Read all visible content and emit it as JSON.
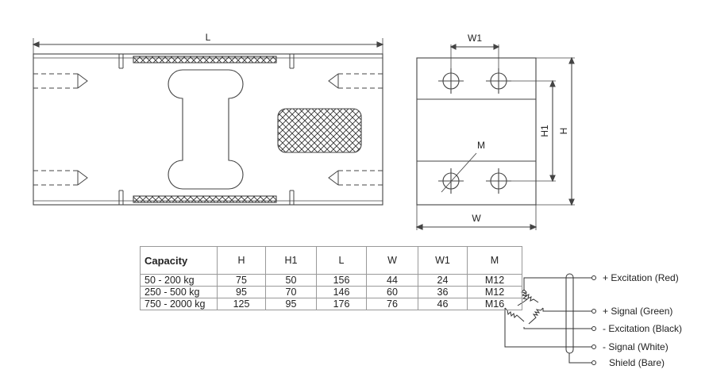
{
  "drawing": {
    "front_view": {
      "dim_label": "L"
    },
    "side_view": {
      "width_label": "W",
      "hole_spacing_label": "W1",
      "height_label": "H",
      "inner_height_label": "H1",
      "thread_label": "M"
    }
  },
  "table": {
    "headers": [
      "Capacity",
      "H",
      "H1",
      "L",
      "W",
      "W1",
      "M"
    ],
    "rows": [
      [
        "50 - 200 kg",
        "75",
        "50",
        "156",
        "44",
        "24",
        "M12"
      ],
      [
        "250 - 500 kg",
        "95",
        "70",
        "146",
        "60",
        "36",
        "M12"
      ],
      [
        "750 - 2000 kg",
        "125",
        "95",
        "176",
        "76",
        "46",
        "M16"
      ]
    ]
  },
  "wiring": {
    "labels": [
      "+ Excitation (Red)",
      "+ Signal (Green)",
      "- Excitation (Black)",
      "- Signal (White)",
      "Shield (Bare)"
    ]
  }
}
